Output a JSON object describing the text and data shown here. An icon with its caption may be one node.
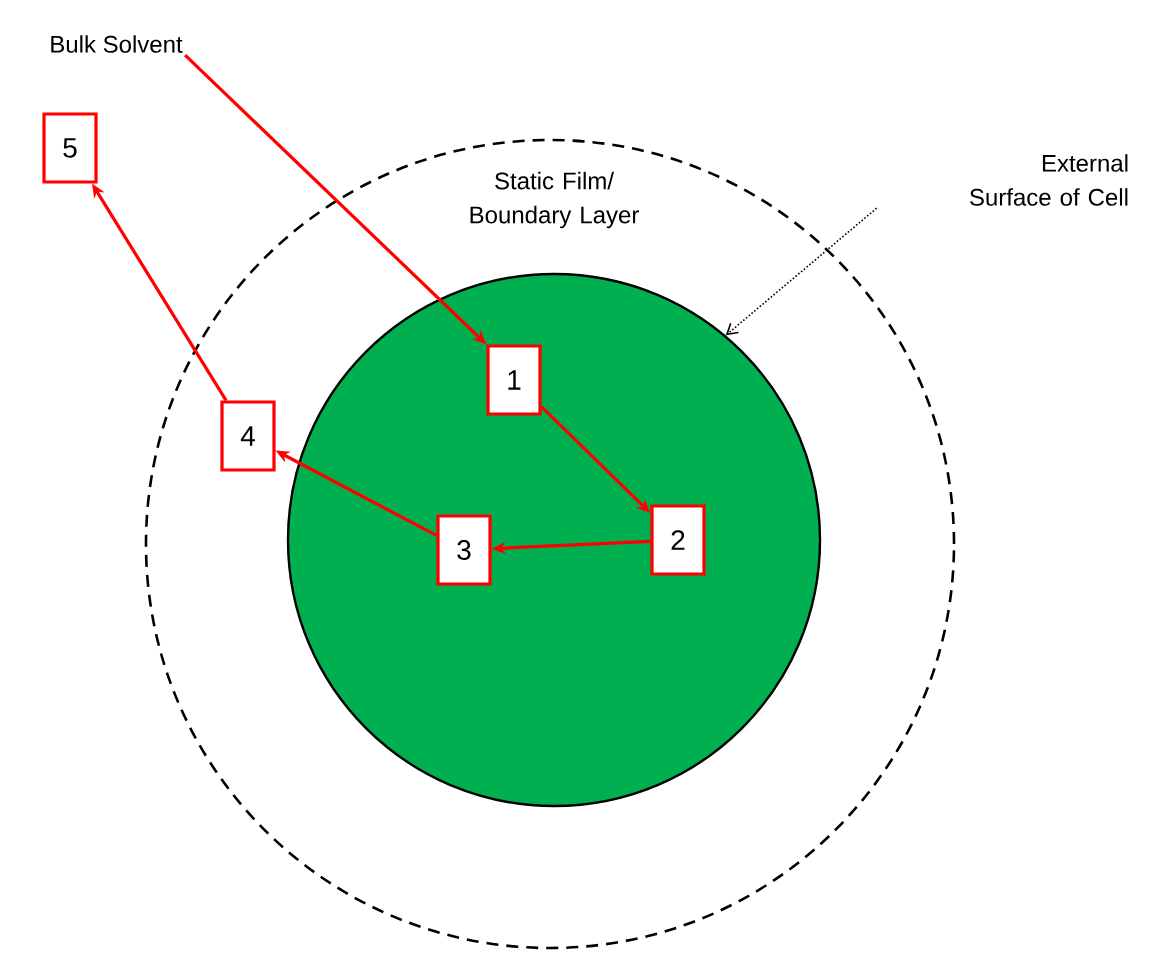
{
  "diagram": {
    "nodes": [
      {
        "text": [
          "Bulk Solvent"
        ]
      },
      {
        "text": [
          "5"
        ]
      },
      {
        "text": [
          "External Surface of Cell"
        ]
      },
      {
        "text": [],
        "shape": "circle"
      },
      {
        "text": [
          "1"
        ],
        "in": 3
      },
      {
        "text": [
          "4"
        ]
      },
      {
        "text": [
          "2"
        ],
        "in": 3
      },
      {
        "text": [
          "3"
        ],
        "in": 3
      }
    ],
    "edges": [
      {
        "from": 0,
        "to": 4,
        "arrow": "to"
      },
      {
        "from": 4,
        "to": 6,
        "arrow": "to"
      },
      {
        "from": 6,
        "to": 7,
        "arrow": "to"
      },
      {
        "from": 7,
        "to": 5,
        "arrow": "to"
      },
      {
        "from": 5,
        "to": 1,
        "arrow": "to"
      },
      {
        "from": 2,
        "to": 3,
        "arrow": "to",
        "style": "dashed",
        "color": "#000000"
      }
    ],
    "labels": [
      "Static Film/ Boundary Layer"
    ]
  }
}
